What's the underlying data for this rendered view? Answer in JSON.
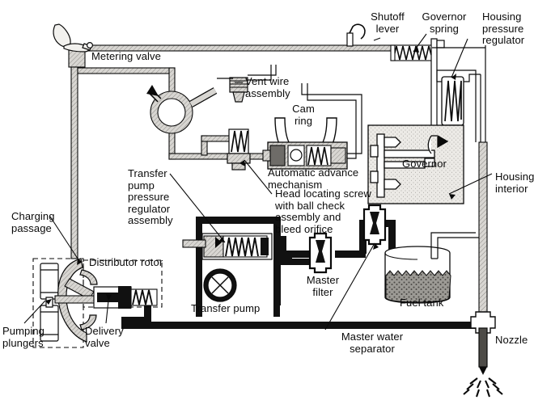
{
  "diagram": {
    "title": "Diesel distributor-type injection pump fuel flow schematic",
    "type": "cutaway-schematic",
    "background_color": "#ffffff",
    "line_color": "#0a0a0a",
    "pipe_fill_light": "#d8d6d2",
    "pipe_fill_dark": "#151515",
    "housing_fill": "#e7e6e2",
    "fuel_fill": "#8e8c88"
  },
  "labels": {
    "metering_valve": "Metering valve",
    "vent_wire_assembly": "Vent wire\nassembly",
    "shutoff_lever": "Shutoff\nlever",
    "governor_spring": "Governor\nspring",
    "housing_pressure_regulator": "Housing\npressure\nregulator",
    "cam_ring": "Cam\nring",
    "automatic_advance_mechanism": "Automatic advance\nmechanism",
    "governor": "Governor",
    "housing_interior": "Housing\ninterior",
    "transfer_pump_pressure_regulator_assembly": "Transfer\npump\npressure\nregulator\nassembly",
    "head_locating_screw": "Head locating screw\nwith ball check\nassembly and\nbleed orifice",
    "charging_passage": "Charging\npassage",
    "distributor_rotor": "Distributor rotor",
    "pumping_plungers": "Pumping\nplungers",
    "delivery_valve": "Delivery\nvalve",
    "transfer_pump": "Transfer pump",
    "master_filter": "Master\nfilter",
    "master_water_separator": "Master water\nseparator",
    "fuel_tank": "Fuel tank",
    "nozzle": "Nozzle"
  },
  "components": [
    {
      "name": "metering-valve",
      "label": "Metering valve"
    },
    {
      "name": "vent-wire-assembly",
      "label": "Vent wire assembly"
    },
    {
      "name": "shutoff-lever",
      "label": "Shutoff lever"
    },
    {
      "name": "governor-spring",
      "label": "Governor spring"
    },
    {
      "name": "housing-pressure-regulator",
      "label": "Housing pressure regulator"
    },
    {
      "name": "cam-ring",
      "label": "Cam ring"
    },
    {
      "name": "automatic-advance-mechanism",
      "label": "Automatic advance mechanism"
    },
    {
      "name": "governor",
      "label": "Governor"
    },
    {
      "name": "housing-interior",
      "label": "Housing interior"
    },
    {
      "name": "transfer-pump-pressure-regulator-assembly",
      "label": "Transfer pump pressure regulator assembly"
    },
    {
      "name": "head-locating-screw",
      "label": "Head locating screw with ball check assembly and bleed orifice"
    },
    {
      "name": "charging-passage",
      "label": "Charging passage"
    },
    {
      "name": "distributor-rotor",
      "label": "Distributor rotor"
    },
    {
      "name": "pumping-plungers",
      "label": "Pumping plungers"
    },
    {
      "name": "delivery-valve",
      "label": "Delivery valve"
    },
    {
      "name": "transfer-pump",
      "label": "Transfer pump"
    },
    {
      "name": "master-filter",
      "label": "Master filter"
    },
    {
      "name": "master-water-separator",
      "label": "Master water separator"
    },
    {
      "name": "fuel-tank",
      "label": "Fuel tank"
    },
    {
      "name": "nozzle",
      "label": "Nozzle"
    }
  ]
}
